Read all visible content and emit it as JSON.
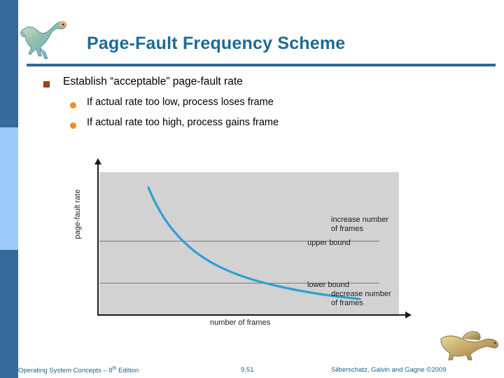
{
  "slide": {
    "title": "Page-Fault Frequency Scheme",
    "title_color": "#1f6a94",
    "rule_color": "#2e6a96",
    "background": "#ffffff"
  },
  "sidebar": {
    "segments": [
      {
        "name": "top",
        "color": "#366a9b"
      },
      {
        "name": "middle",
        "color": "#9ccaf9"
      },
      {
        "name": "bottom",
        "color": "#366a9b"
      }
    ]
  },
  "bullets": {
    "level1": {
      "marker": "square-bullet",
      "marker_color": "#a03f12",
      "text": "Establish “acceptable” page-fault rate"
    },
    "level2": [
      {
        "marker": "round-bullet",
        "marker_color": "#ef9022",
        "text": "If actual rate too low, process loses frame"
      },
      {
        "marker": "round-bullet",
        "marker_color": "#ef9022",
        "text": "If actual rate too high, process gains frame"
      }
    ]
  },
  "chart_data": {
    "type": "line",
    "title": "",
    "xlabel": "number of frames",
    "ylabel": "page-fault rate",
    "grid": false,
    "plot_background": "#d2d2d2",
    "line_color": "#2e9fd4",
    "xlim": [
      0,
      1
    ],
    "ylim": [
      0,
      1
    ],
    "x": [
      0.16,
      0.2,
      0.25,
      0.3,
      0.36,
      0.42,
      0.5,
      0.58,
      0.66,
      0.74,
      0.82,
      0.9,
      0.97
    ],
    "y": [
      0.89,
      0.76,
      0.64,
      0.56,
      0.48,
      0.41,
      0.33,
      0.27,
      0.22,
      0.18,
      0.15,
      0.13,
      0.12
    ],
    "annotations": [
      {
        "name": "upper-bound-line",
        "text": "upper bound",
        "y": 0.48,
        "type": "hline"
      },
      {
        "name": "lower-bound-line",
        "text": "lower bound",
        "y": 0.22,
        "type": "hline"
      },
      {
        "name": "increase-note",
        "text_line1": "increase number",
        "text_line2": "of frames"
      },
      {
        "name": "decrease-note",
        "text_line1": "decrease number",
        "text_line2": "of frames"
      }
    ]
  },
  "figure_labels": {
    "increase_line1": "increase number",
    "increase_line2": "of frames",
    "upper_bound": "upper bound",
    "lower_bound": "lower bound",
    "decrease_line1": "decrease number",
    "decrease_line2": "of frames",
    "y_axis": "page-fault rate",
    "x_axis": "number of frames"
  },
  "footer": {
    "left_pre": "Operating System Concepts – 8",
    "left_sup": "th",
    "left_post": " Edition",
    "page": "9.51",
    "right": "Silberschatz, Galvin and Gagne ©2009",
    "color": "#1f5f86"
  }
}
